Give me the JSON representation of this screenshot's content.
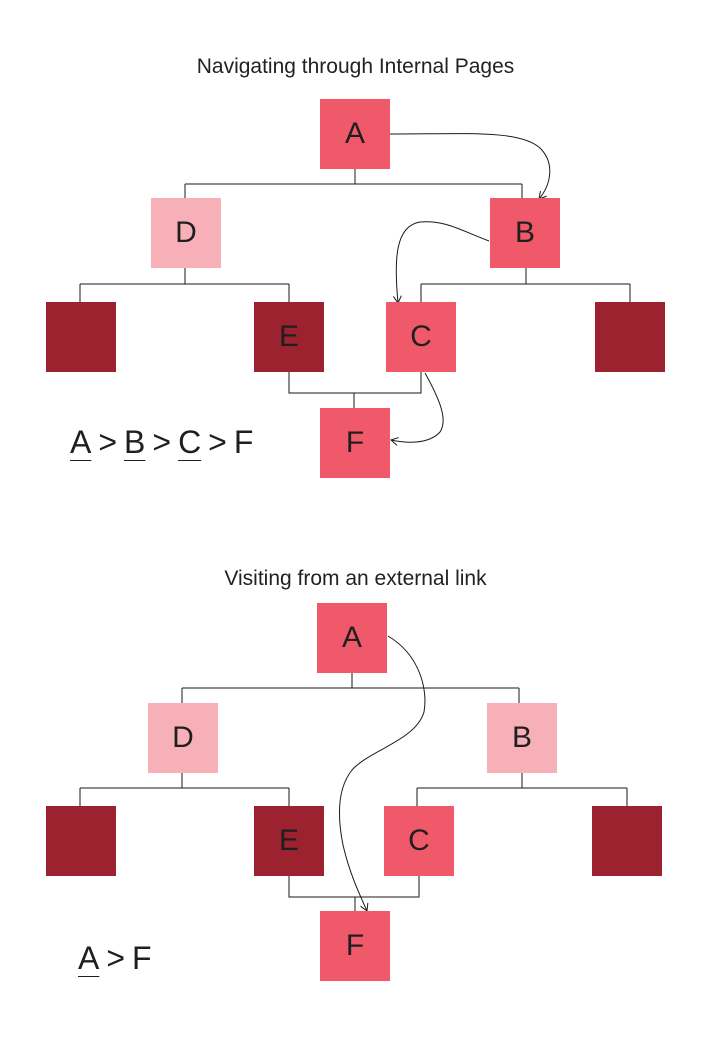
{
  "panels": [
    {
      "title": "Navigating through Internal Pages",
      "nodes": {
        "a": "A",
        "d": "D",
        "b": "B",
        "e": "E",
        "c": "C",
        "f": "F"
      },
      "path": [
        "A",
        "B",
        "C",
        "F"
      ]
    },
    {
      "title": "Visiting from an external link",
      "nodes": {
        "a": "A",
        "d": "D",
        "b": "B",
        "e": "E",
        "c": "C",
        "f": "F"
      },
      "path": [
        "A",
        "F"
      ]
    }
  ],
  "separator": ">",
  "colors": {
    "primary": "#f0596a",
    "light": "#f8b0b8",
    "dark": "#9b222e",
    "line": "#1a1a1a"
  }
}
